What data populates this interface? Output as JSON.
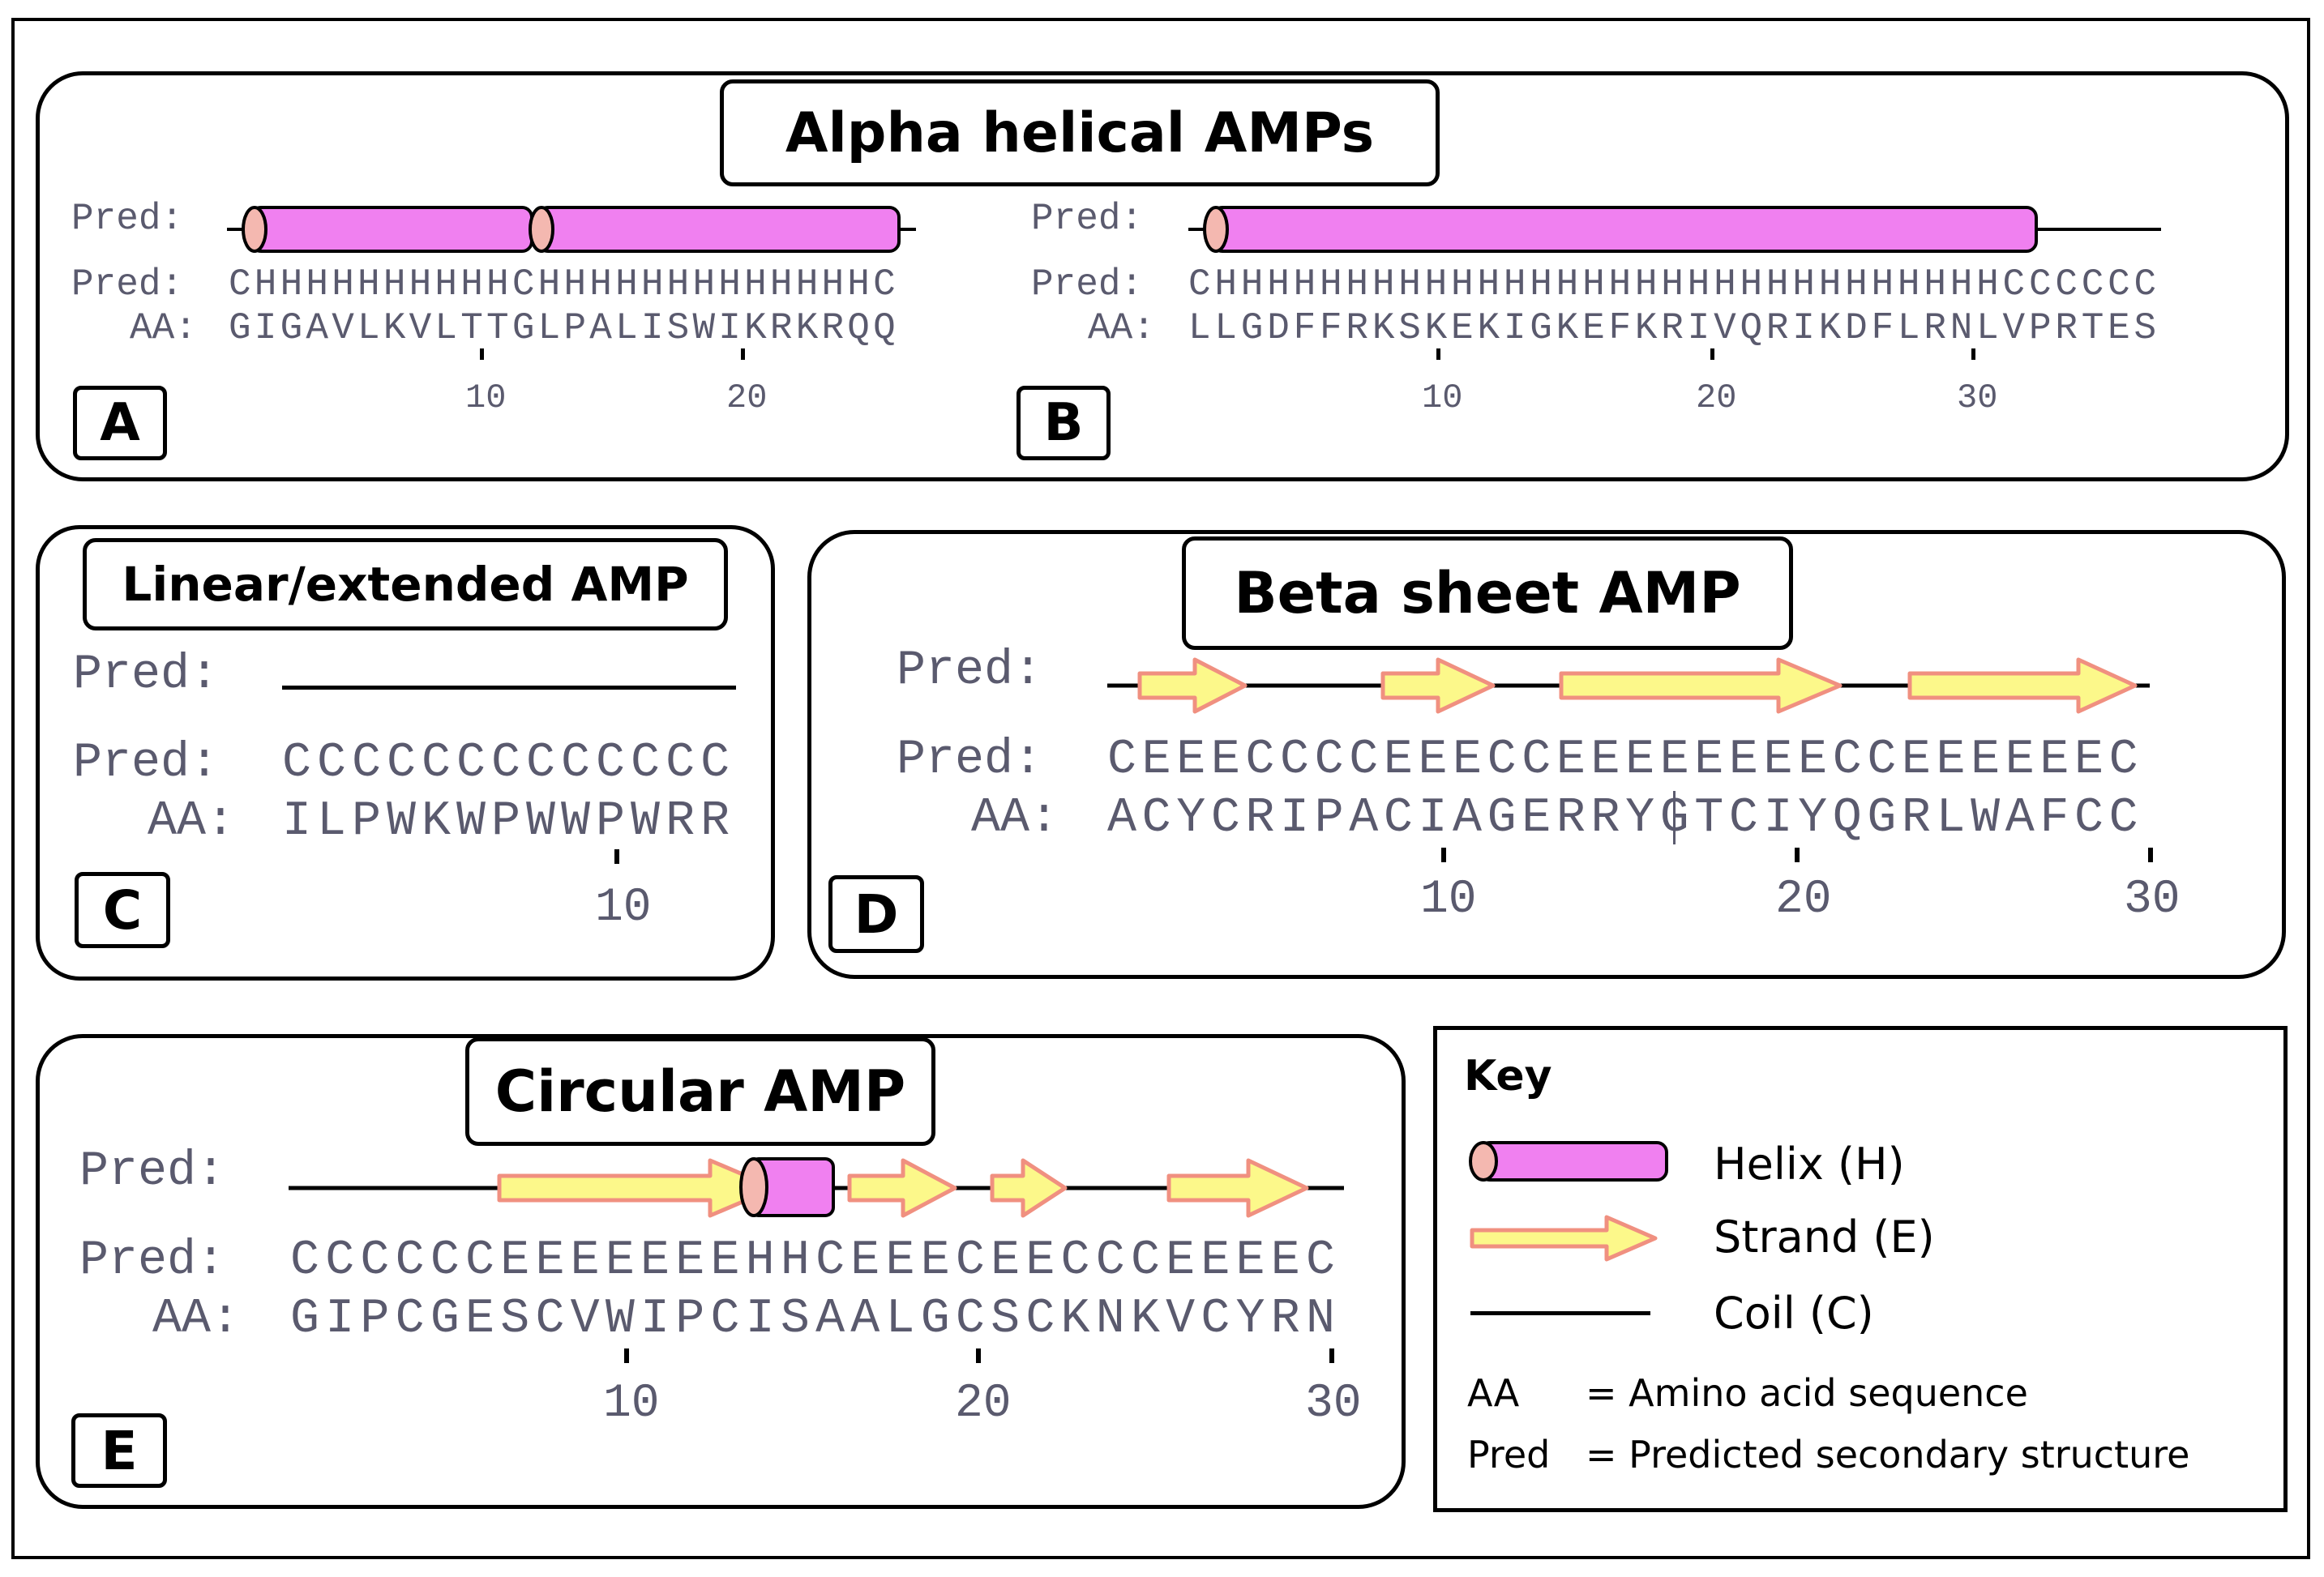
{
  "colors": {
    "helix": "#f080f0",
    "helix_cap": "#f4b8b0",
    "strand_fill": "#fcf88a",
    "strand_stroke": "#f09080",
    "text": "#5a5a6e"
  },
  "panel_ab": {
    "title": "Alpha helical AMPs",
    "a": {
      "letter": "A",
      "pred_label": "Pred:",
      "pred_seq_label": "Pred:",
      "pred_seq": "CHHHHHHHHHHCHHHHHHHHHHHHHC",
      "aa_label": "AA:",
      "aa_seq": "GIGAVLKVLTTGLPALISWIKRKRQQ",
      "ticks": [
        "10",
        "20"
      ]
    },
    "b": {
      "letter": "B",
      "pred_label": "Pred:",
      "pred_seq_label": "Pred:",
      "pred_seq": "CHHHHHHHHHHHHHHHHHHHHHHHHHHHHHHCCCCCC",
      "aa_label": "AA:",
      "aa_seq": "LLGDFFRKSKEKIGKEFKRIVQRIKDFLRNLVPRTES",
      "ticks": [
        "10",
        "20",
        "30"
      ]
    }
  },
  "panel_c": {
    "title": "Linear/extended AMP",
    "letter": "C",
    "pred_label": "Pred:",
    "pred_seq_label": "Pred:",
    "pred_seq": "CCCCCCCCCCCCC",
    "aa_label": "AA:",
    "aa_seq": "ILPWKWPWWPWRR",
    "ticks": [
      "10"
    ]
  },
  "panel_d": {
    "title": "Beta sheet AMP",
    "letter": "D",
    "pred_label": "Pred:",
    "pred_seq_label": "Pred:",
    "pred_seq": "CEEECCCCEEECCEEEEEEEECCEEEEEEC",
    "aa_label": "AA:",
    "aa_seq": "ACYCRIPACIAGERRYGTCIYQGRLWAFCC",
    "ticks": [
      "10",
      "20",
      "30"
    ]
  },
  "panel_e": {
    "title": "Circular AMP",
    "letter": "E",
    "pred_label": "Pred:",
    "pred_seq_label": "Pred:",
    "pred_seq": "CCCCCCEEEEEEEHHCEEECEECCCEEEEC",
    "aa_label": "AA:",
    "aa_seq": "GIPCGESCVWIPCISAALGCSCKNKVCYRN",
    "ticks": [
      "10",
      "20",
      "30"
    ]
  },
  "key": {
    "title": "Key",
    "helix": "Helix (H)",
    "strand": "Strand (E)",
    "coil": "Coil (C)",
    "aa_abbr": "AA",
    "aa_def": "= Amino acid sequence",
    "pred_abbr": "Pred",
    "pred_def": "= Predicted secondary structure"
  }
}
